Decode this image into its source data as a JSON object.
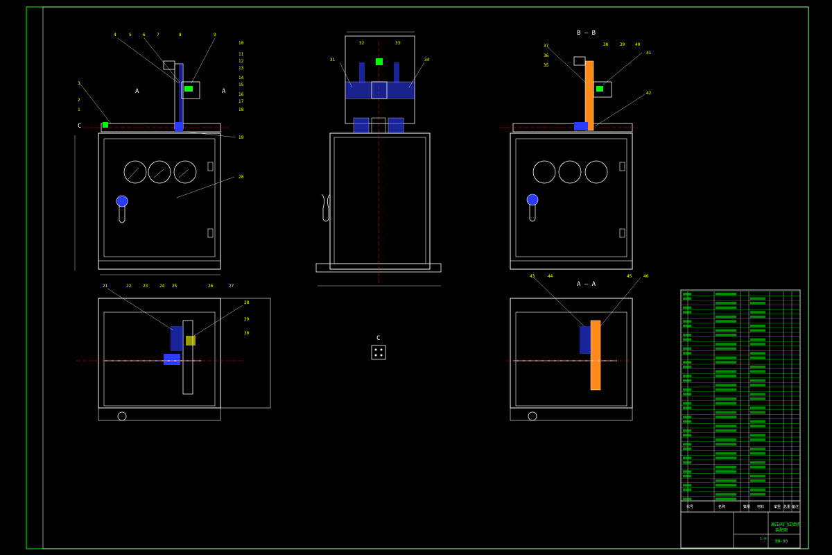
{
  "view_labels": {
    "section_bb": "B — B",
    "section_aa": "A — A",
    "view_c": "C",
    "marker_a": "A",
    "marker_a2": "A",
    "marker_c": "C"
  },
  "front_view": {
    "part_numbers": [
      "4",
      "5",
      "6",
      "7",
      "8",
      "9",
      "10",
      "11",
      "12",
      "13",
      "14",
      "15",
      "16",
      "17",
      "18",
      "3",
      "2",
      "1",
      "19",
      "20"
    ]
  },
  "top_view": {
    "part_numbers": [
      "21",
      "22",
      "23",
      "24",
      "25",
      "26",
      "27",
      "28",
      "29",
      "30"
    ]
  },
  "side_view": {
    "part_numbers": [
      "31",
      "32",
      "33",
      "34"
    ]
  },
  "section_bb": {
    "part_numbers": [
      "37",
      "36",
      "35",
      "38",
      "39",
      "40",
      "41",
      "42"
    ]
  },
  "section_aa": {
    "part_numbers": [
      "43",
      "44",
      "45",
      "46"
    ]
  },
  "title_block": {
    "header": [
      "代号",
      "名称",
      "数量",
      "材料",
      "单重",
      "总重",
      "备注"
    ],
    "title": "高压阀门试验机",
    "subtitle": "装配图",
    "drawing_no": "00-00",
    "scale": "1:4"
  },
  "colors": {
    "frame": "#ffffff",
    "dimension": "#ffff00",
    "table": "#00ff00",
    "centerline": "#ff0000",
    "part_blue": "#2c3cff",
    "part_orange": "#ff8a1a"
  }
}
